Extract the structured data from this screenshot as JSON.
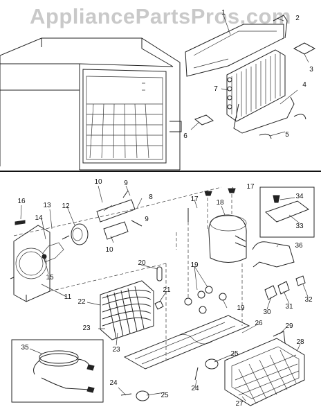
{
  "watermark": "AppliancePartsPros.com",
  "part_numbers": [
    "1",
    "2",
    "3",
    "4",
    "5",
    "6",
    "7",
    "8",
    "9",
    "9",
    "10",
    "10",
    "11",
    "12",
    "13",
    "14",
    "15",
    "16",
    "17",
    "17",
    "18",
    "19",
    "19",
    "20",
    "21",
    "22",
    "23",
    "23",
    "24",
    "24",
    "25",
    "25",
    "26",
    "27",
    "28",
    "29",
    "30",
    "31",
    "32",
    "33",
    "34",
    "35",
    "36"
  ]
}
